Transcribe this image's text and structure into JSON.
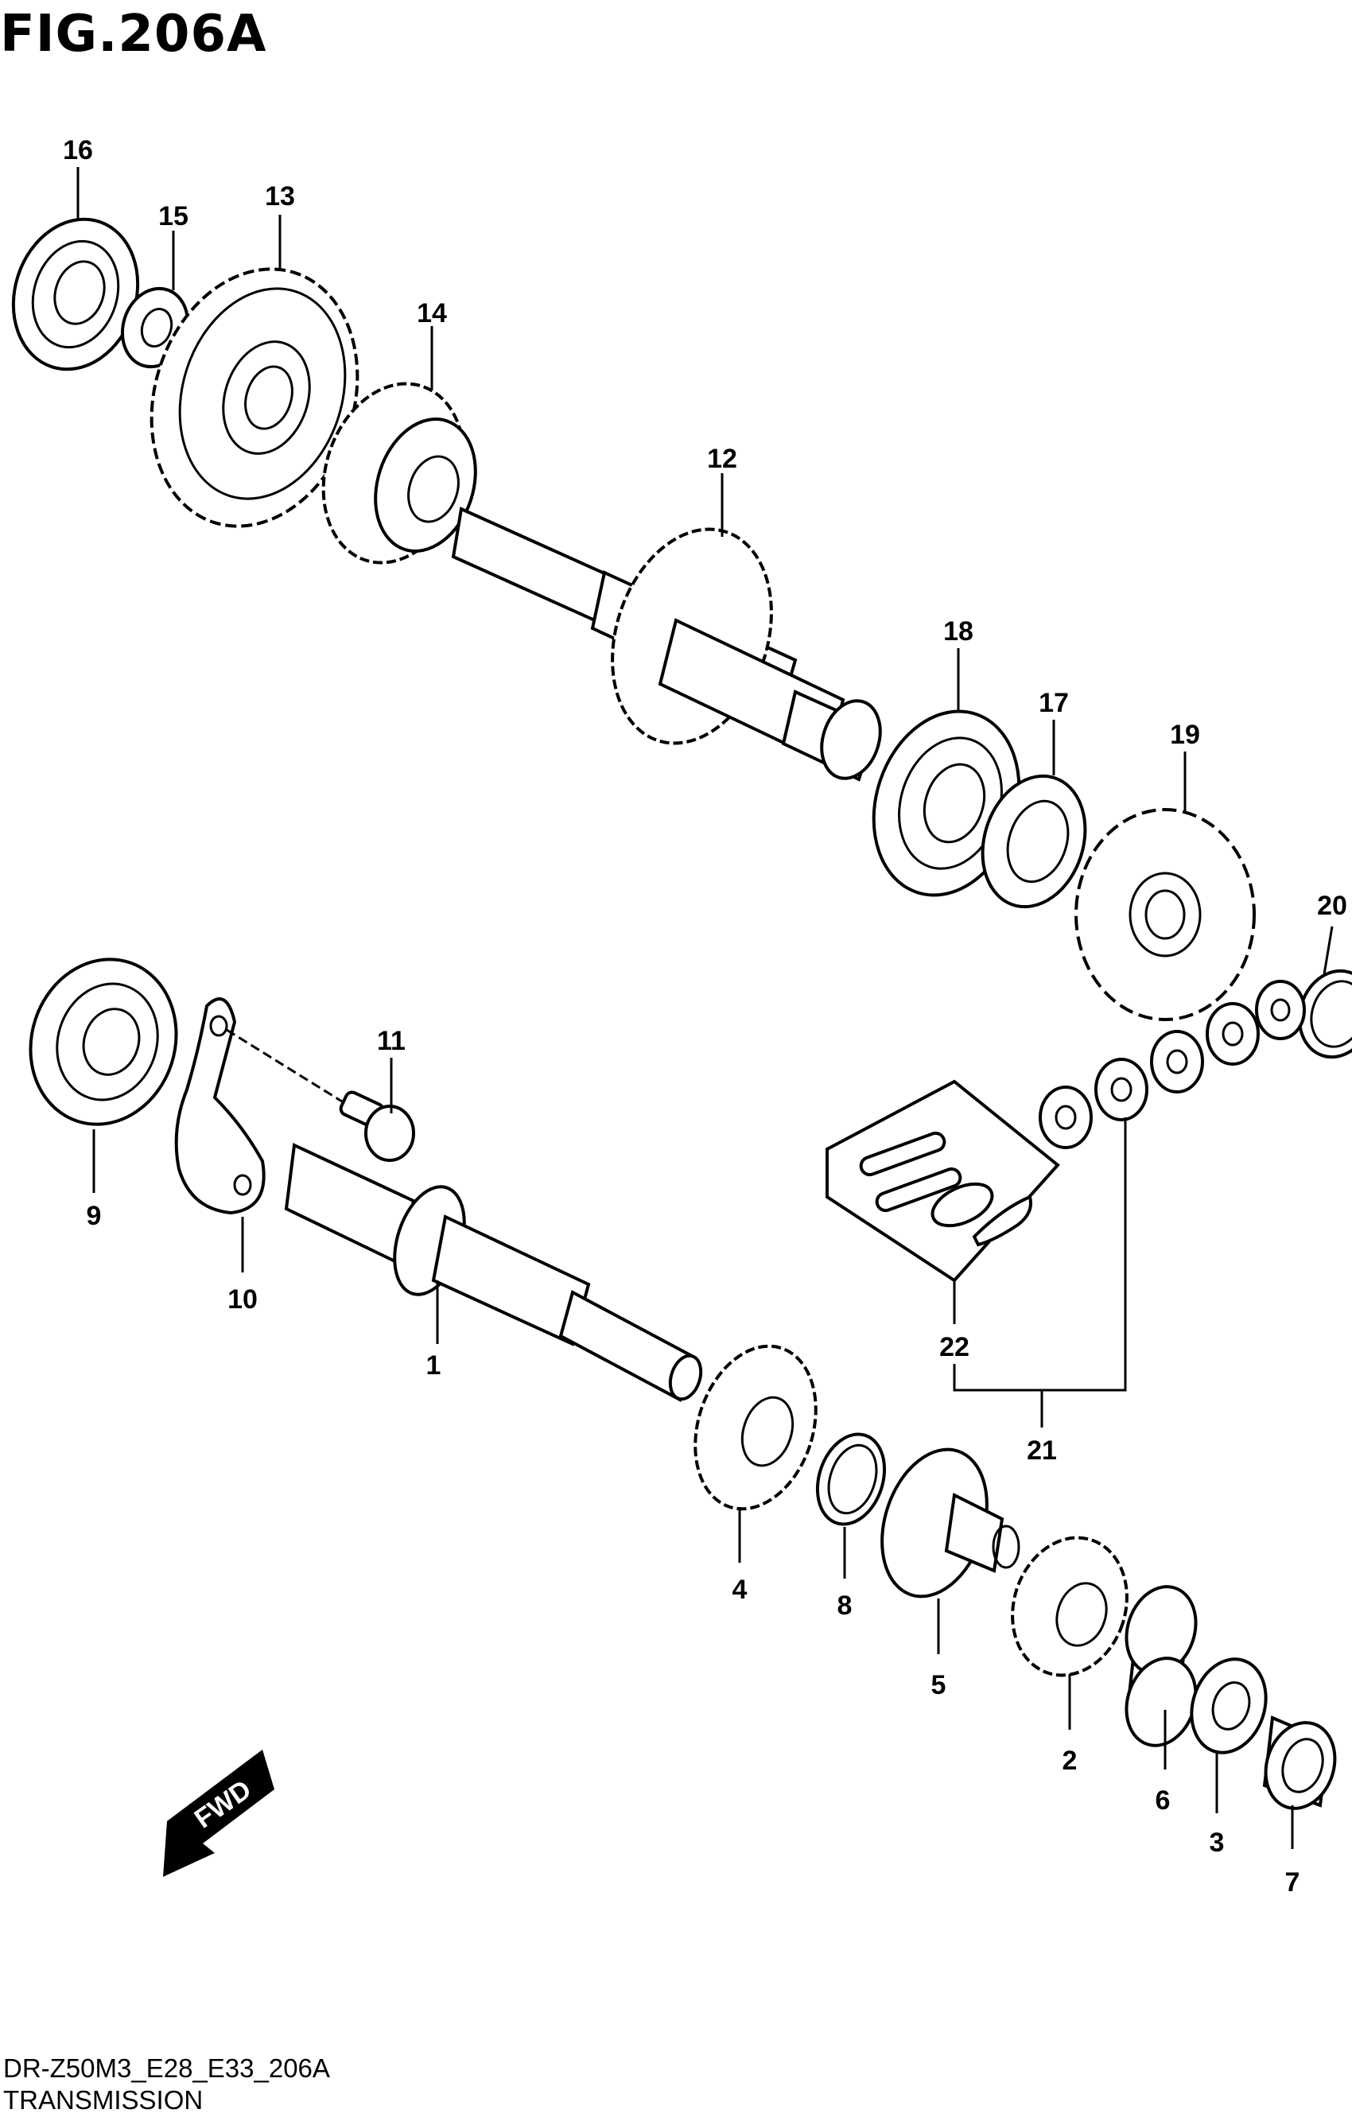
{
  "figure": {
    "title": "FIG.206A"
  },
  "footer": {
    "code": "DR-Z50M3_E28_E33_206A",
    "name": "TRANSMISSION"
  },
  "fwd": {
    "label": "FWD",
    "icon": "fwd-arrow-icon"
  },
  "callouts": [
    {
      "n": "1"
    },
    {
      "n": "2"
    },
    {
      "n": "3"
    },
    {
      "n": "4"
    },
    {
      "n": "5"
    },
    {
      "n": "6"
    },
    {
      "n": "7"
    },
    {
      "n": "8"
    },
    {
      "n": "9"
    },
    {
      "n": "10"
    },
    {
      "n": "11"
    },
    {
      "n": "12"
    },
    {
      "n": "13"
    },
    {
      "n": "14"
    },
    {
      "n": "15"
    },
    {
      "n": "16"
    },
    {
      "n": "17"
    },
    {
      "n": "18"
    },
    {
      "n": "19"
    },
    {
      "n": "20"
    },
    {
      "n": "21"
    },
    {
      "n": "22"
    }
  ]
}
